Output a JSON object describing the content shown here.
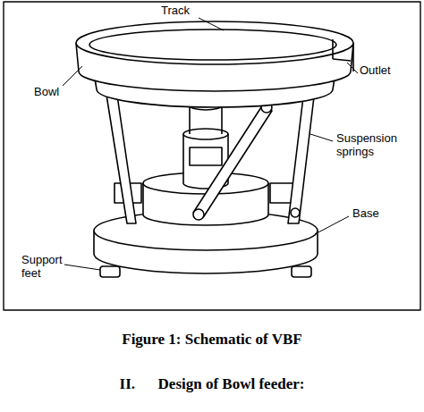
{
  "diagram": {
    "caption": "Figure 1: Schematic of VBF",
    "labels": [
      "Track",
      "Bowl",
      "Outlet",
      "Suspension springs",
      "Base",
      "Support feet",
      "II.      Design of Bowl feeder:"
    ]
  }
}
